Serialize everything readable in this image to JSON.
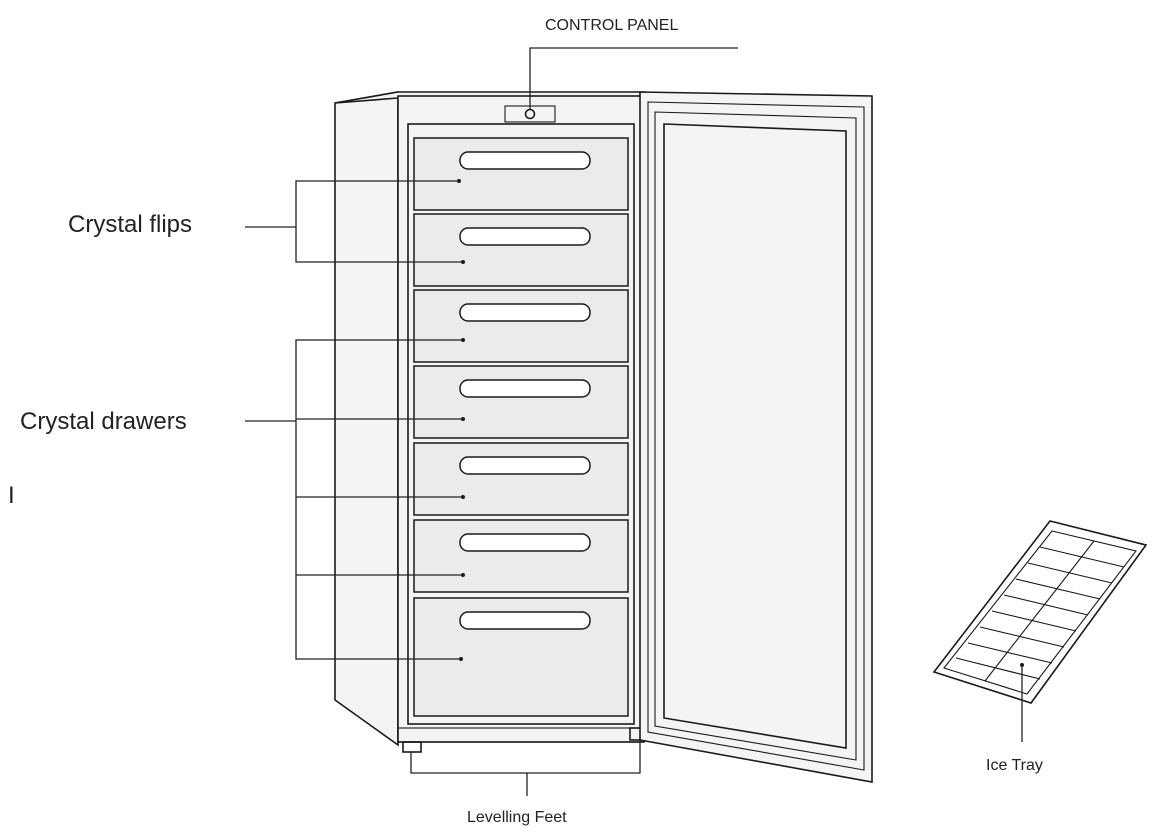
{
  "diagram": {
    "labels": {
      "control_panel": "CONTROL PANEL",
      "crystal_flips": "Crystal flips",
      "crystal_drawers": "Crystal drawers",
      "levelling_feet": "Levelling Feet",
      "ice_tray": "Ice Tray"
    },
    "stray_mark": "I",
    "icons": {
      "freezer": "upright-freezer-icon",
      "ice_tray": "ice-tray-icon",
      "control_knob": "control-knob-icon"
    },
    "colors": {
      "line": "#1a1a1a",
      "drawer_fill": "#ebebeb",
      "background": "#ffffff"
    }
  }
}
